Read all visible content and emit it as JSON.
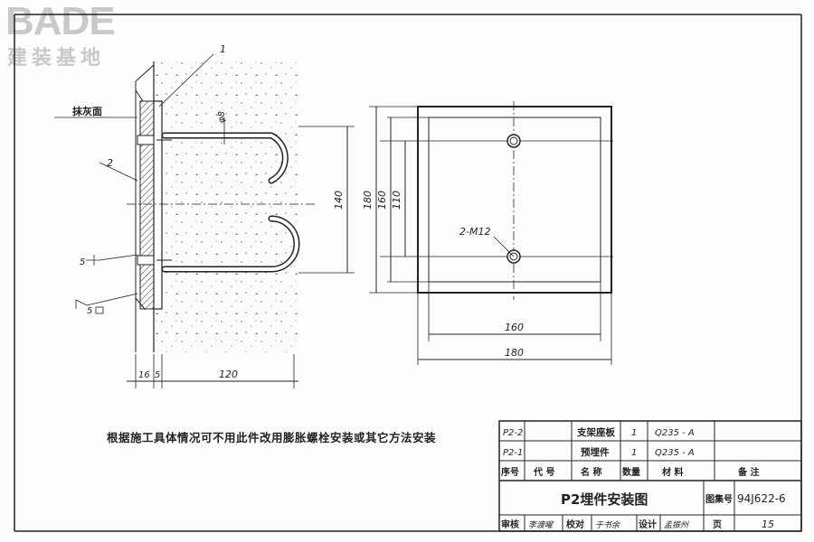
{
  "logo": {
    "main": "BADE",
    "sub": "建装基地"
  },
  "labels": {
    "plaster_face": "抹灰面",
    "leader_1": "1",
    "leader_2": "2",
    "weld_symbol": "5",
    "weld_symbol_2": "5",
    "rebar_dia": "φ8",
    "bolt": "2-M12"
  },
  "dims": {
    "d140": "140",
    "d180_left": "180",
    "d160_left": "160",
    "d110": "110",
    "d160_bottom": "160",
    "d180_bottom": "180",
    "d16": "16",
    "d5": "5",
    "d120": "120"
  },
  "note": "根据施工具体情况可不用此件改用膨胀螺栓安装或其它方法安装",
  "table": {
    "rows": [
      {
        "code": "P2-2",
        "name": "支架座板",
        "qty": "1",
        "material": "Q235 - A",
        "remark": ""
      },
      {
        "code": "P2-1",
        "name": "预埋件",
        "qty": "1",
        "material": "Q235 - A",
        "remark": ""
      }
    ],
    "header": {
      "seq": "序号",
      "code": "代 号",
      "name": "名 称",
      "qty": "数量",
      "material": "材 料",
      "remark": "备 注"
    },
    "title": "P2埋件安装图",
    "atlas_label": "图集号",
    "atlas_no": "94J622-6",
    "review": "审核",
    "review_sign": "李渡曜",
    "check": "校对",
    "check_sign": "于书余",
    "design": "设计",
    "design_sign": "孟振州",
    "page_label": "页",
    "page_no": "15"
  }
}
